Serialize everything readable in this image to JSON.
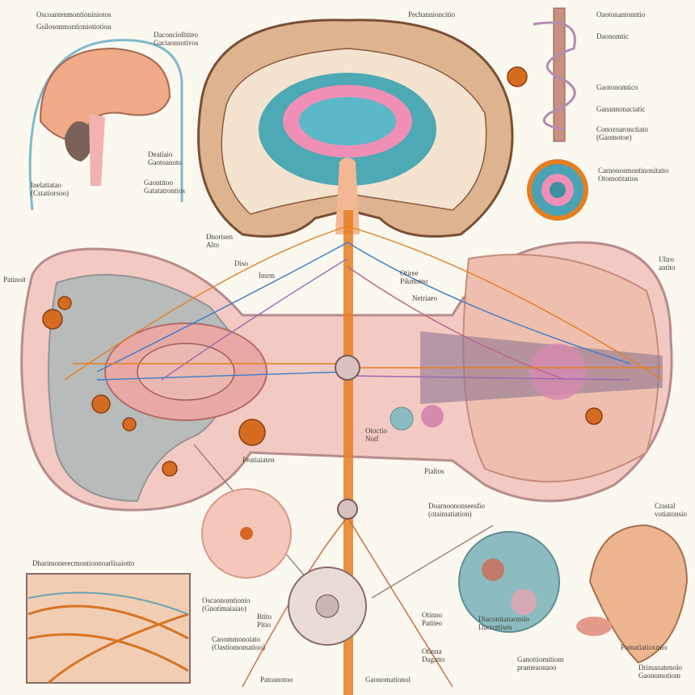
{
  "legend": [
    "Oscoantenmontioniniotos",
    "Gsilosonmontioniotiotion"
  ],
  "labels": {
    "sagittal_top": [
      "Daconciolbiteo",
      "Gaciaonsotivos"
    ],
    "sagittal_mid": [
      "Deatiaio",
      "Gaotoanoto"
    ],
    "sagittal_left": [
      "Inelatiatao",
      "(Cstatiorsoo)"
    ],
    "sagittal_low": [
      "Gaontitoo",
      "Gatatatrontios"
    ],
    "top_center": "Pechannioncitio",
    "spine1": "Oaotonantonntio",
    "spine2": "Daonomtic",
    "spine3": "Gaotonomtico",
    "spine4": "Ganannonaciatic",
    "spine5": [
      "Conozoaronctiato",
      "(Gaomotoe)"
    ],
    "ring": [
      "Carnonosmontinonitatio",
      "Otomotitatios"
    ],
    "neurons": [
      "Ultro",
      "antito"
    ],
    "left_edge": "Patinoit",
    "center_a": [
      "Dnorisen",
      "Alto"
    ],
    "center_b": "Diso",
    "center_c": "Imrm",
    "center_d": [
      "Otiree",
      "Pikmoteo"
    ],
    "center_e": "Netriaeo",
    "lower_a": "Peatiaiaten",
    "lower_b": [
      "Otoctio",
      "Notf"
    ],
    "lower_c": "Pialtos",
    "right_low": [
      "Crastal",
      "votiatonsio"
    ],
    "cell": [
      "Doarnoononseesfio",
      "(otaimatiation)"
    ],
    "inset": "Dharimonerecmontionnoarlisaiotto",
    "hub_a": [
      "Oscaonomtionio",
      "(Gnotimaiaiao)"
    ],
    "hub_b": [
      "Btito",
      "Pitio"
    ],
    "hub_c": [
      "Caoommonoiato",
      "(Oastiomomatioo)"
    ],
    "cell_b": [
      "Otinno",
      "Patiteo"
    ],
    "cell_c": [
      "Diaconitanaonsio",
      "Dacrottisen"
    ],
    "cell_d": [
      "Otinna",
      "Dagatto"
    ],
    "bottom_a": [
      "Ganottiomitiom",
      "prameaonaoo"
    ],
    "bottom_b": "Pomatiatioxmio",
    "bottom_c": [
      "Drimanatenolo",
      "Gaonomotiom"
    ],
    "bottom_d": "Patoanotoo",
    "bottom_e": "Gaonomationol"
  }
}
